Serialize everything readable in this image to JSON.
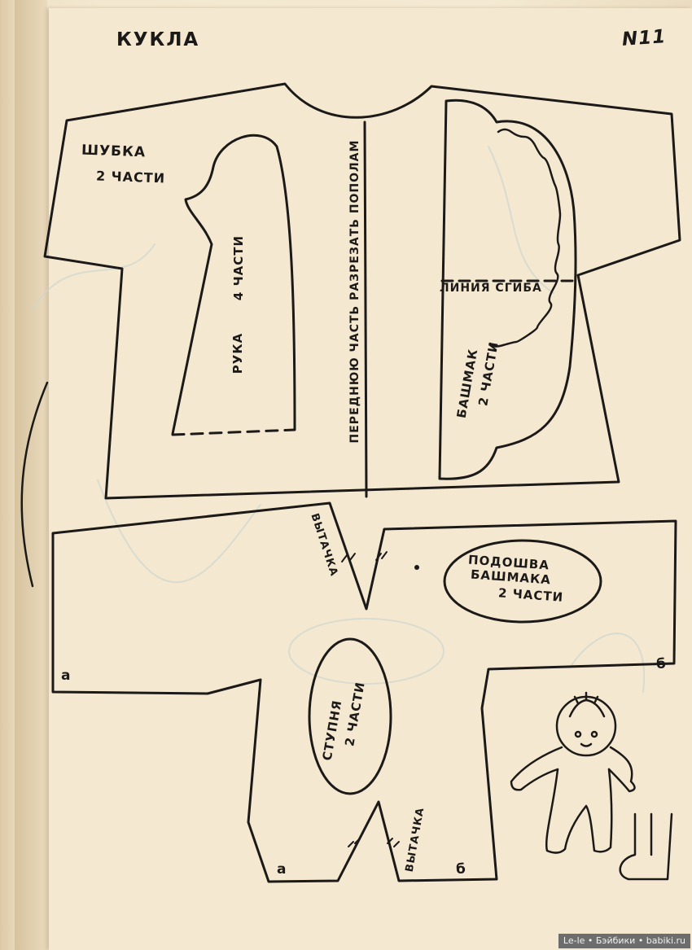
{
  "header": {
    "title": "КУКЛА",
    "number": "N11"
  },
  "coat": {
    "name": "ШУБКА",
    "parts": "2 ЧАСТИ",
    "cut_note": "ПЕРЕДНЮЮ ЧАСТЬ РАЗРЕЗАТЬ ПОПОЛАМ"
  },
  "arm": {
    "name": "РУКА",
    "parts": "4 ЧАСТИ"
  },
  "shoe": {
    "fold_line": "ЛИНИЯ СГИБА",
    "name": "БАШМАК",
    "parts": "2 ЧАСТИ"
  },
  "sole": {
    "line1": "ПОДОШВА",
    "line2": "БАШМАКА",
    "parts": "2 ЧАСТИ"
  },
  "foot": {
    "name": "СТУПНЯ",
    "parts": "2 ЧАСТИ"
  },
  "body": {
    "dart_top": "ВЫТАЧКА",
    "dart_bottom": "ВЫТАЧКА",
    "mark_a_left": "а",
    "mark_b_right": "б",
    "mark_a_bottom": "а",
    "mark_b_bottom": "б"
  },
  "watermark": "Le-le • Бэйбики • babiki.ru"
}
